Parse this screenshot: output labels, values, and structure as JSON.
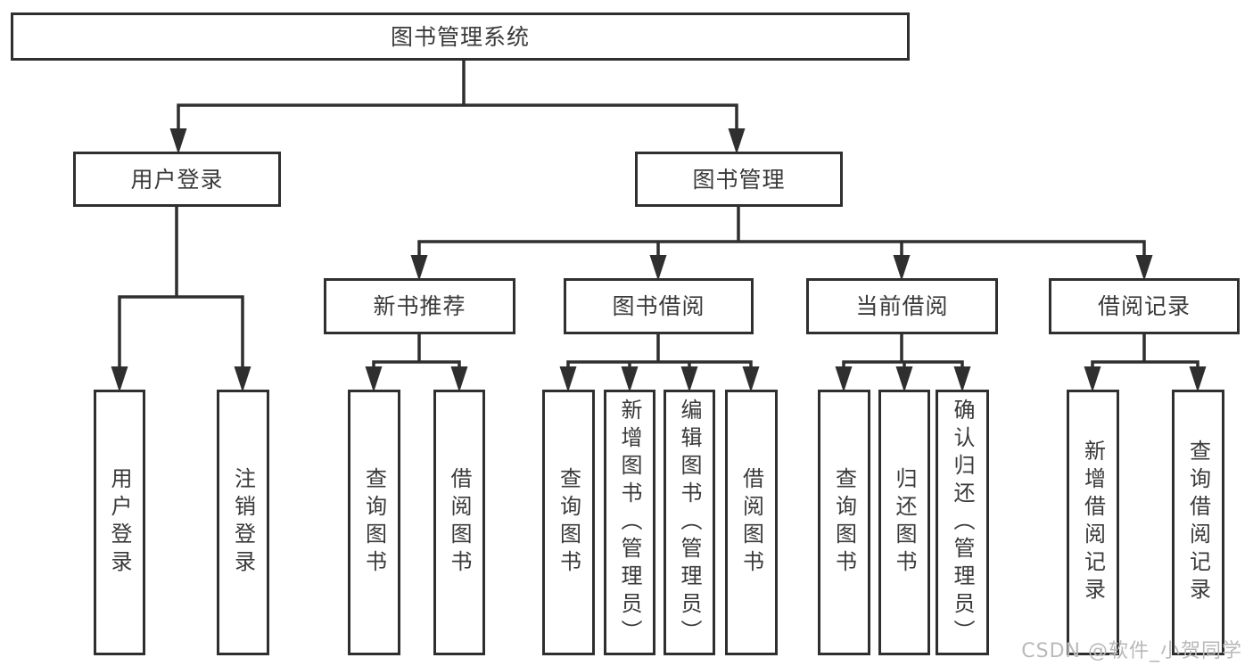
{
  "diagram": {
    "root": {
      "label": "图书管理系统"
    },
    "level2": [
      {
        "label": "用户登录"
      },
      {
        "label": "图书管理"
      }
    ],
    "level3": [
      {
        "label": "新书推荐"
      },
      {
        "label": "图书借阅"
      },
      {
        "label": "当前借阅"
      },
      {
        "label": "借阅记录"
      }
    ],
    "leaves": [
      {
        "label": "用户登录"
      },
      {
        "label": "注销登录"
      },
      {
        "label": "查询图书"
      },
      {
        "label": "借阅图书"
      },
      {
        "label": "查询图书"
      },
      {
        "label": "新增图书（管理员）"
      },
      {
        "label": "编辑图书（管理员）"
      },
      {
        "label": "借阅图书"
      },
      {
        "label": "查询图书"
      },
      {
        "label": "归还图书"
      },
      {
        "label": "确认归还（管理员）"
      },
      {
        "label": "新增借阅记录"
      },
      {
        "label": "查询借阅记录"
      }
    ],
    "watermark": "CSDN @软件_小贺同学",
    "colors": {
      "line": "#2f2f2f",
      "text": "#3a3a3a",
      "watermark": "#b9b9b9",
      "background": "#ffffff"
    }
  }
}
